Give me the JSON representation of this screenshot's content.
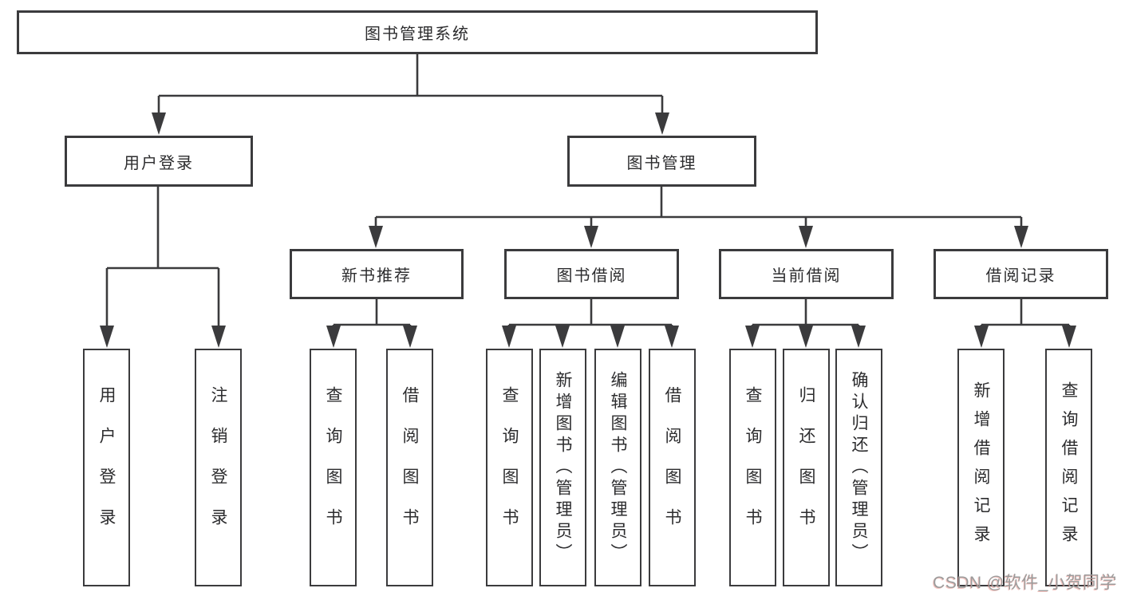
{
  "colors": {
    "line": "#3b3b3d",
    "text": "#2c2c2e",
    "box_background": "#ffffff",
    "watermark": "#9c9c9c",
    "watermark_accent": "#e2574a"
  },
  "diagram": {
    "root": {
      "label": "图书管理系统"
    },
    "level2": [
      {
        "label": "用户登录",
        "parent": "图书管理系统"
      },
      {
        "label": "图书管理",
        "parent": "图书管理系统"
      }
    ],
    "level3": [
      {
        "label": "新书推荐",
        "parent": "图书管理"
      },
      {
        "label": "图书借阅",
        "parent": "图书管理"
      },
      {
        "label": "当前借阅",
        "parent": "图书管理"
      },
      {
        "label": "借阅记录",
        "parent": "图书管理"
      }
    ],
    "level4": [
      {
        "label": "用户登录",
        "parent": "用户登录"
      },
      {
        "label": "注销登录",
        "parent": "用户登录"
      },
      {
        "label": "查询图书",
        "parent": "新书推荐"
      },
      {
        "label": "借阅图书",
        "parent": "新书推荐"
      },
      {
        "label": "查询图书",
        "parent": "图书借阅"
      },
      {
        "label": "新增图书（管理员）",
        "parent": "图书借阅"
      },
      {
        "label": "编辑图书（管理员）",
        "parent": "图书借阅"
      },
      {
        "label": "借阅图书",
        "parent": "图书借阅"
      },
      {
        "label": "查询图书",
        "parent": "当前借阅"
      },
      {
        "label": "归还图书",
        "parent": "当前借阅"
      },
      {
        "label": "确认归还（管理员）",
        "parent": "当前借阅"
      },
      {
        "label": "新增借阅记录",
        "parent": "借阅记录"
      },
      {
        "label": "查询借阅记录",
        "parent": "借阅记录"
      }
    ]
  },
  "watermark": {
    "text": "CSDN @软件_小贺同学"
  }
}
